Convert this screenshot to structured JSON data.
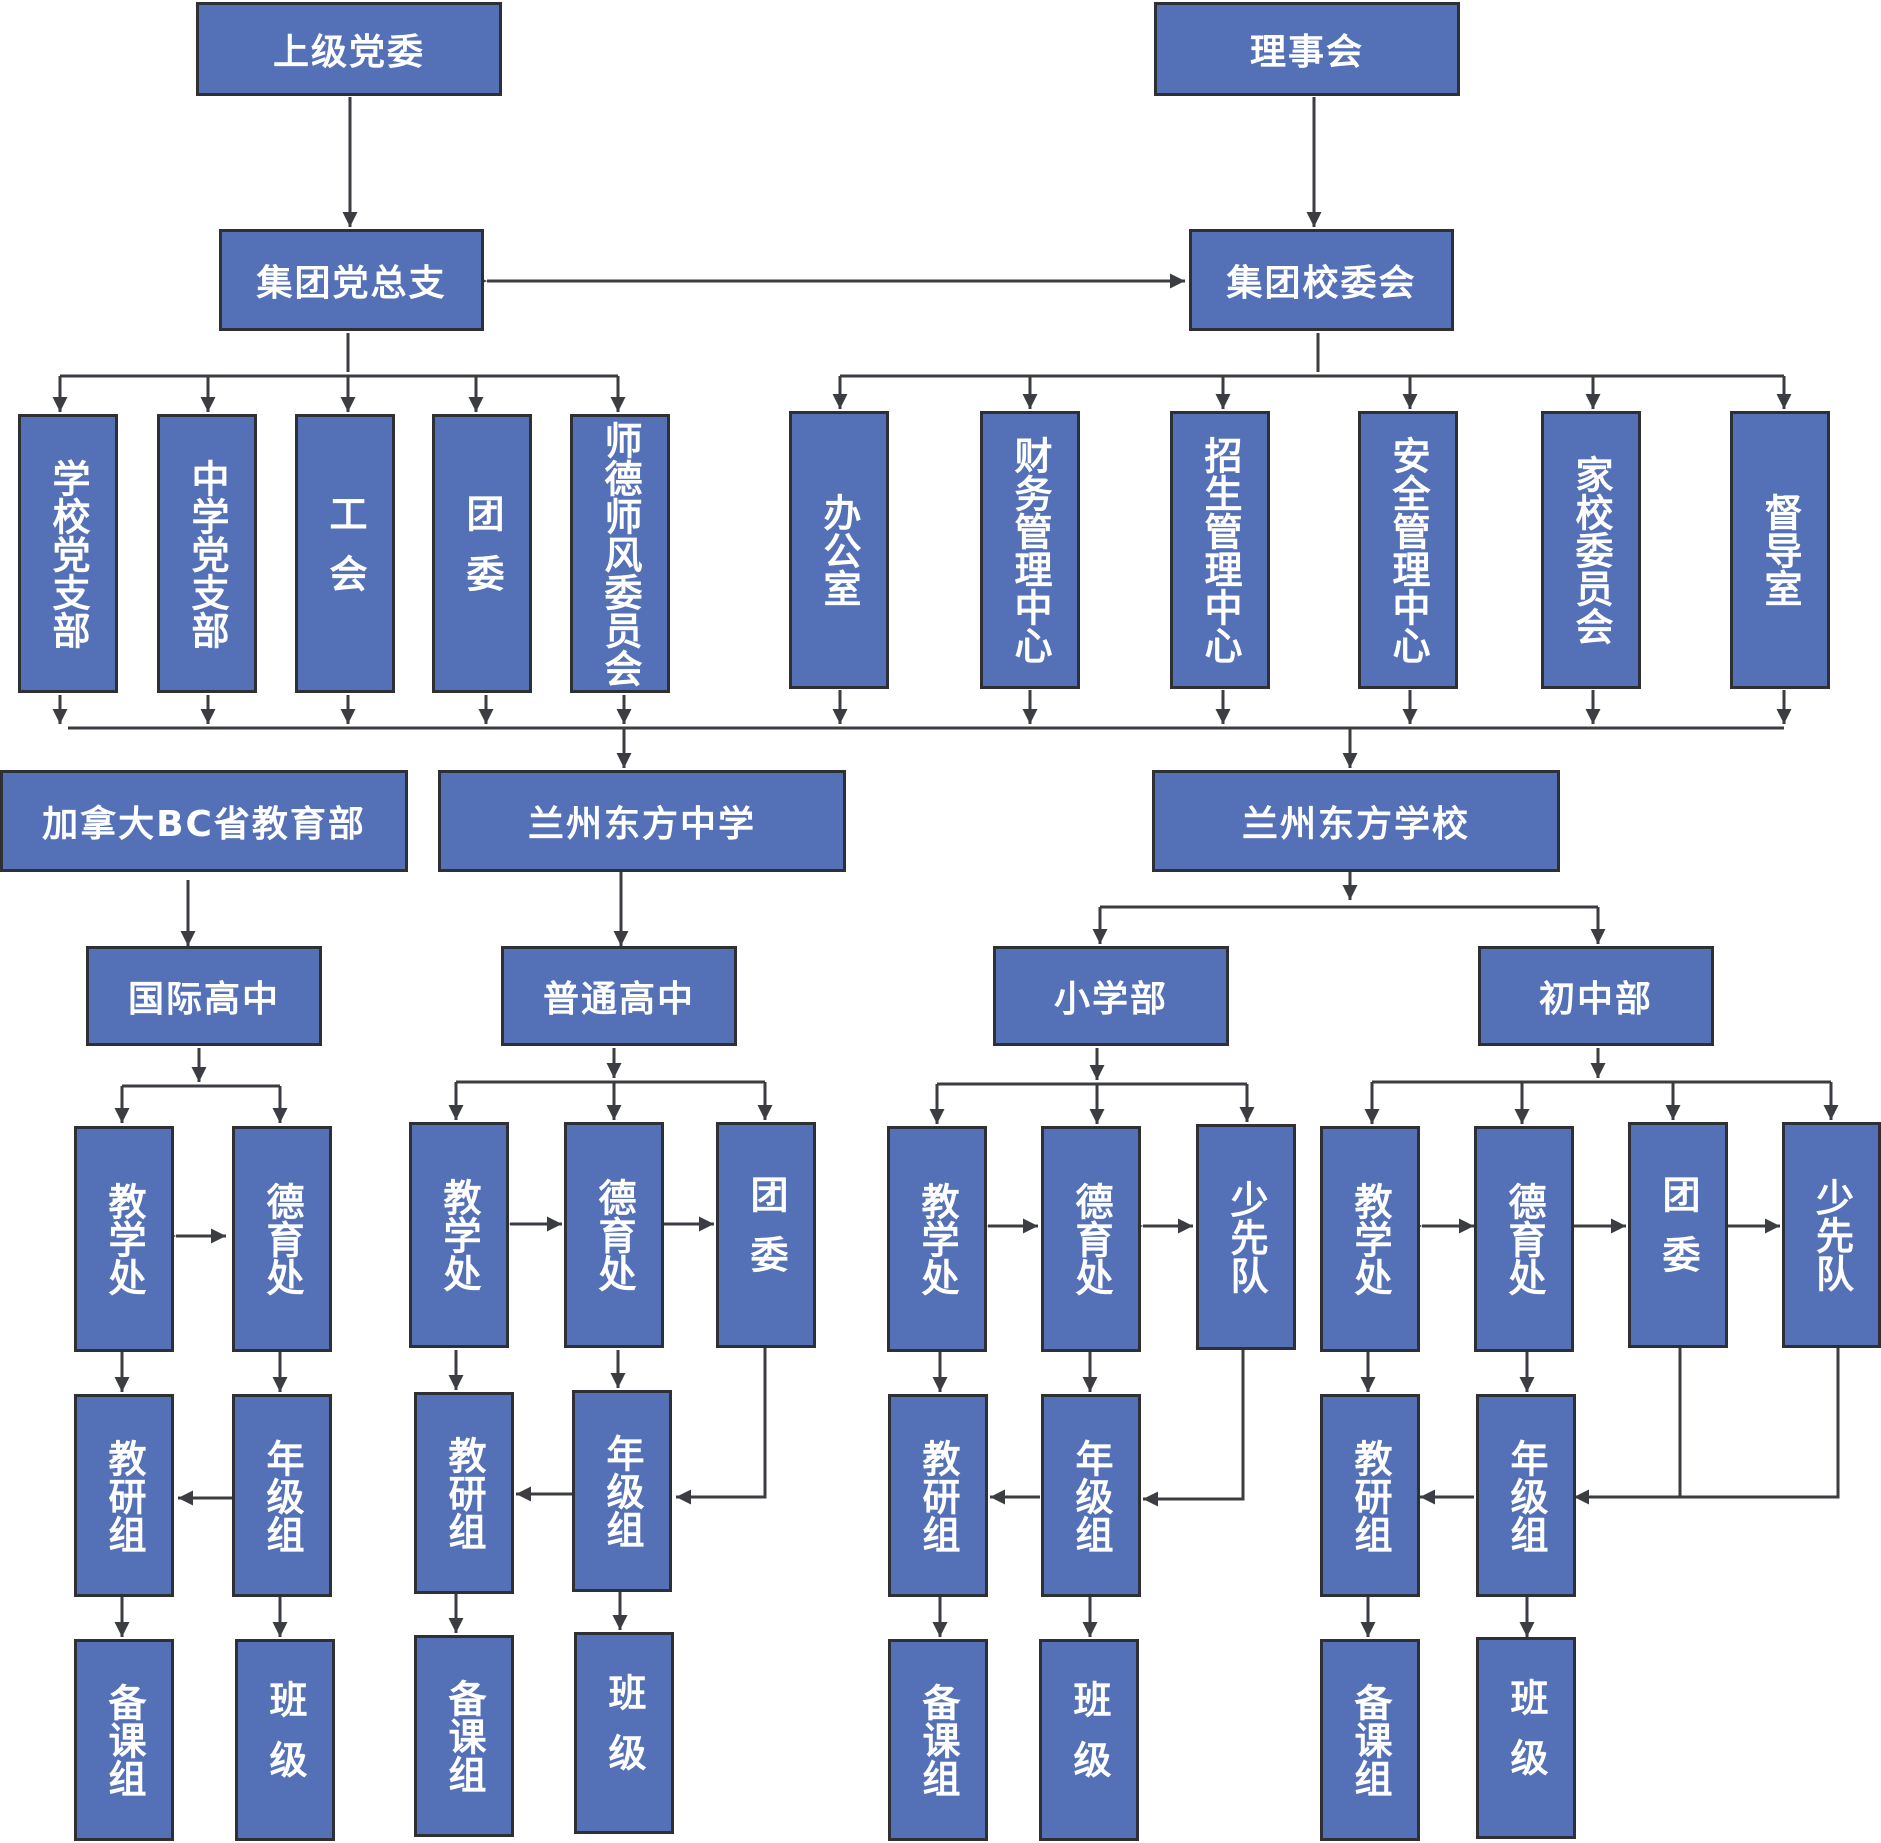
{
  "top": {
    "party_committee": "上级党委",
    "board": "理事会",
    "party_branch": "集团党总支",
    "school_committee": "集团校委会"
  },
  "party_units": [
    "学校党支部",
    "中学党支部",
    "工会",
    "团委",
    "师德师风委员会"
  ],
  "admin_units": [
    "办公室",
    "财务管理中心",
    "招生管理中心",
    "安全管理中心",
    "家校委员会",
    "督导室"
  ],
  "schools": {
    "bc_ministry": "加拿大BC省教育部",
    "lz_middle": "兰州东方中学",
    "lz_school": "兰州东方学校"
  },
  "divisions": {
    "intl_high": "国际高中",
    "general_high": "普通高中",
    "primary": "小学部",
    "junior": "初中部"
  },
  "intl": {
    "teaching": "教学处",
    "moral": "德育处",
    "research": "教研组",
    "grade": "年级组",
    "prep": "备课组",
    "class": "班级"
  },
  "general": {
    "teaching": "教学处",
    "moral": "德育处",
    "league": "团委",
    "research": "教研组",
    "grade": "年级组",
    "prep": "备课组",
    "class": "班级"
  },
  "primary": {
    "teaching": "教学处",
    "moral": "德育处",
    "pioneers": "少先队",
    "research": "教研组",
    "grade": "年级组",
    "prep": "备课组",
    "class": "班级"
  },
  "junior": {
    "teaching": "教学处",
    "moral": "德育处",
    "league": "团委",
    "pioneers": "少先队",
    "research": "教研组",
    "grade": "年级组",
    "prep": "备课组",
    "class": "班级"
  },
  "colors": {
    "box_fill": "#5470b7",
    "box_border": "#2e3035",
    "text": "#ffffff",
    "line": "#3b3d42"
  }
}
